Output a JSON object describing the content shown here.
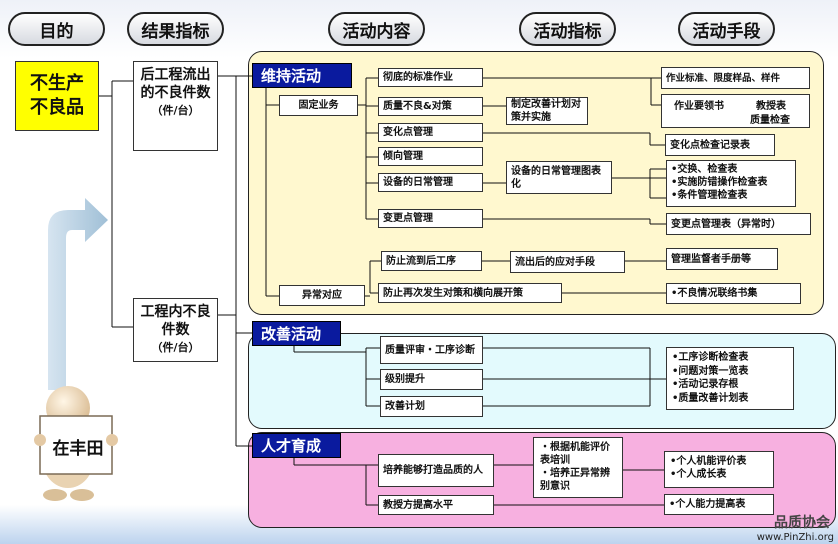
{
  "headers": [
    "目的",
    "结果指标",
    "活动内容",
    "活动指标",
    "活动手段"
  ],
  "purpose": {
    "line1": "不生产",
    "line2": "不良品"
  },
  "indicators": [
    {
      "text": "后工程流出的不良件数",
      "unit": "（件/台）"
    },
    {
      "text": "工程内不良件数",
      "unit": "（件/台）"
    }
  ],
  "sections": {
    "maintain": "维持活动",
    "improve": "改善活动",
    "talent": "人才育成"
  },
  "maintain": {
    "fixed": "固定业务",
    "abnormal": "异常对应",
    "items": [
      "彻底的标准作业",
      "质量不良&对策",
      "变化点管理",
      "倾向管理",
      "设备的日常管理",
      "变更点管理"
    ],
    "mid": [
      "制定改善计划对策并实施",
      "设备的日常管理图表化"
    ],
    "means": [
      "作业标准、限度样品、样件",
      "作业要领书",
      "教授表",
      "质量检查",
      "变化点检查记录表",
      "•交换、检查表",
      "•实施防错操作检查表",
      "•条件管理检查表",
      "变更点管理表（异常时）"
    ],
    "ab_items": [
      "防止流到后工序",
      "防止再次发生对策和横向展开策"
    ],
    "ab_mid": "流出后的应对手段",
    "ab_means": [
      "管理监督者手册等",
      "•不良情况联络书集"
    ]
  },
  "improve": {
    "items": [
      "质量评审・工序诊断",
      "级别提升",
      "改善计划"
    ],
    "means": [
      "•工序诊断检查表",
      "•问题对策一览表",
      "•活动记录存根",
      "•质量改善计划表"
    ]
  },
  "talent": {
    "items": [
      "培养能够打造品质的人",
      "教授方提高水平"
    ],
    "mid": [
      "・根据机能评价表培训",
      "・培养正异常辨别意识"
    ],
    "means": [
      "•个人机能评价表",
      "•个人成长表",
      "•个人能力提高表"
    ]
  },
  "figure_sign": "在丰田",
  "logo": "品质协会",
  "url": "www.PinZhi.org",
  "colors": {
    "maintain_panel": "#fff8cf",
    "improve_panel": "#e3fafd",
    "talent_panel": "#f7b0e0",
    "section": "#0a1a9e"
  }
}
